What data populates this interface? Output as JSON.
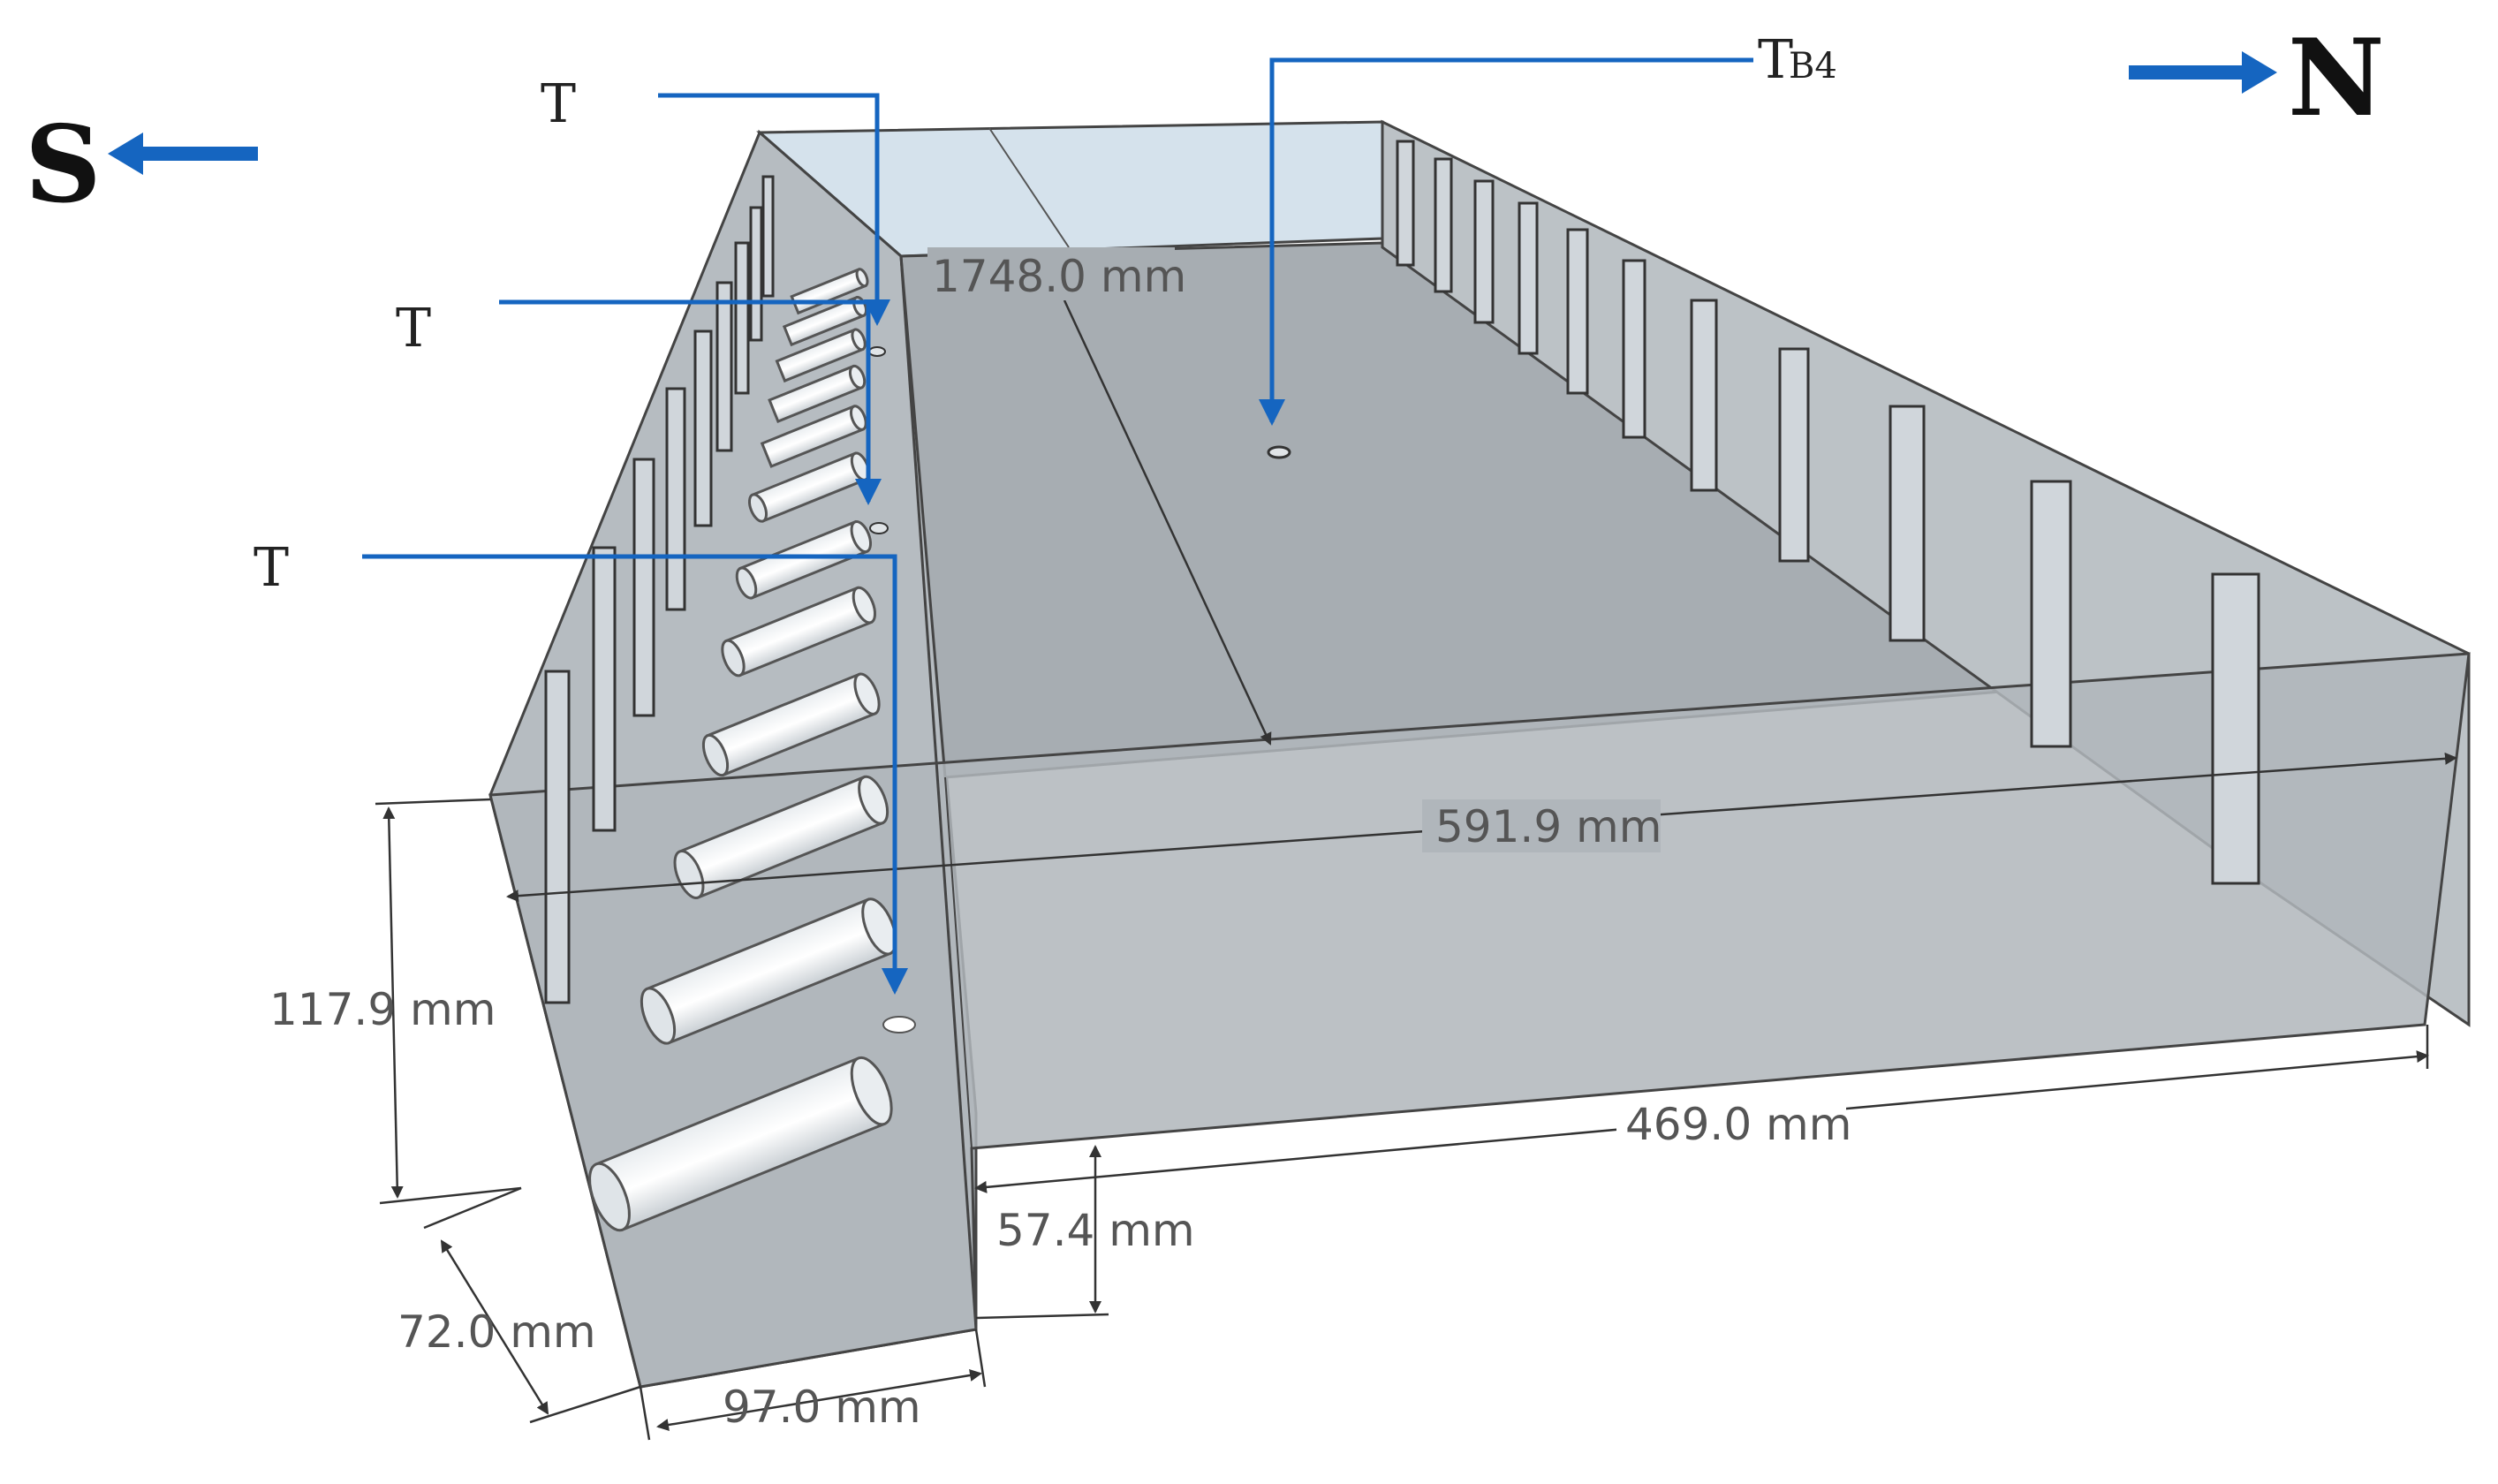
{
  "directions": {
    "south": "S",
    "north": "N"
  },
  "sensors": {
    "t1": "T",
    "t2": "T",
    "t3": "T",
    "tb4_main": "T",
    "tb4_sub": "B4"
  },
  "dimensions": {
    "length_center": "1748.0 mm",
    "width_front": "591.9 mm",
    "bottom_length": "469.0 mm",
    "step_height": "57.4 mm",
    "height": "117.9 mm",
    "depth": "72.0 mm",
    "base_width": "97.0 mm"
  },
  "colors": {
    "arrow_blue": "#1565c0",
    "box_fill": "#b2b8bd",
    "box_edge": "#444444",
    "dim_text": "#555555"
  }
}
